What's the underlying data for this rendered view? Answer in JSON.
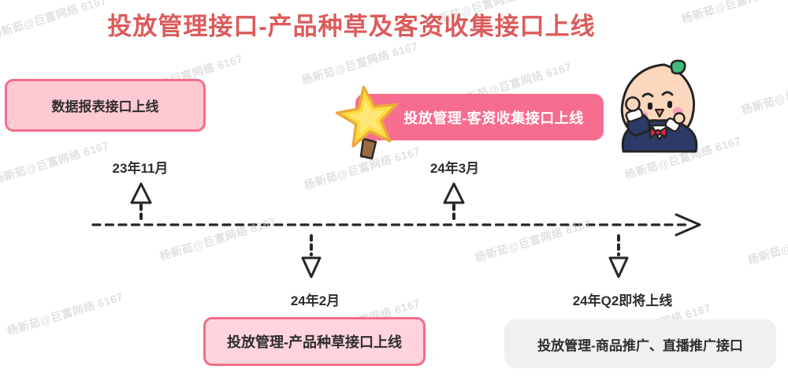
{
  "title": "投放管理接口-产品种草及客资收集接口上线",
  "watermark": {
    "text": "杨新茹@巨富网络 6167"
  },
  "timeline": {
    "axis_direction": "left-to-right",
    "events": [
      {
        "id": "data-report",
        "date": "23年11月",
        "label": "数据报表接口上线",
        "direction": "up",
        "style": "pink-box"
      },
      {
        "id": "product-seeding",
        "date": "24年2月",
        "label": "投放管理-产品种草接口上线",
        "direction": "down",
        "style": "pink-box"
      },
      {
        "id": "lead-collection",
        "date": "24年3月",
        "label": "投放管理-客资收集接口上线",
        "direction": "up",
        "style": "highlight-badge",
        "icon": "gold-star-trophy"
      },
      {
        "id": "upcoming",
        "date": "24年Q2即将上线",
        "label": "投放管理-商品推广、直播推广接口",
        "direction": "down",
        "style": "gray-box"
      }
    ]
  },
  "icons": {
    "star": "gold-star-trophy-icon",
    "mascot": "peach-sprout-suit-mascot"
  },
  "colors": {
    "title_red": "#dc5b5b",
    "pink_box_fill": "#ffc9d3",
    "pink_box_fill_light": "#ffd4dd",
    "pink_border": "#f26e89",
    "badge_pink": "#f76d8f",
    "badge_text": "#ffffff",
    "gray_box_fill": "#f0f0f1",
    "ink": "#2e2e2e",
    "arrow_ink": "#262626",
    "star_gold": "#ffdd44",
    "star_outline": "#eda93c",
    "watermark_gray": "#c9c9c9"
  }
}
